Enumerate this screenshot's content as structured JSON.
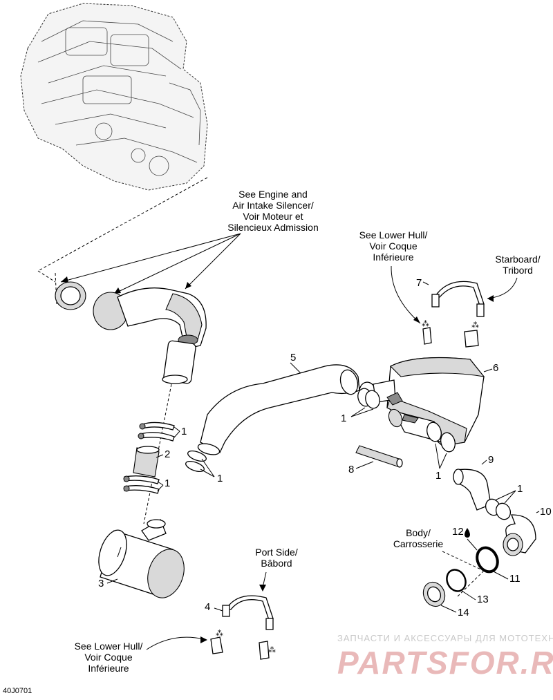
{
  "callouts": {
    "engine_note": [
      "See Engine and",
      "Air Intake Silencer/",
      "Voir Moteur et",
      "Silencieux Admission"
    ],
    "lower_hull_top": [
      "See Lower Hull/",
      "Voir Coque",
      "Inférieure"
    ],
    "starboard": [
      "Starboard/",
      "Tribord"
    ],
    "port_side": [
      "Port Side/",
      "Bâbord"
    ],
    "lower_hull_bottom": [
      "See Lower Hull/",
      "Voir Coque",
      "Inférieure"
    ],
    "body": [
      "Body/",
      "Carrosserie"
    ]
  },
  "part_numbers": {
    "n1a": "1",
    "n1b": "1",
    "n1c": "1",
    "n1d": "1",
    "n1e": "1",
    "n1f": "1",
    "n2": "2",
    "n3": "3",
    "n4": "4",
    "n5": "5",
    "n6": "6",
    "n7": "7",
    "n8": "8",
    "n9": "9",
    "n10": "10",
    "n11": "11",
    "n12": "12",
    "n13": "13",
    "n14": "14"
  },
  "drawing_code": "40J0701",
  "watermark": {
    "tagline": "ЗАПЧАСТИ И АКСЕССУАРЫ ДЛЯ МОТОТЕХНИКИ",
    "brand": "PARTSFOR.RU"
  },
  "colors": {
    "line": "#000000",
    "watermark": "#e9b9b9"
  }
}
